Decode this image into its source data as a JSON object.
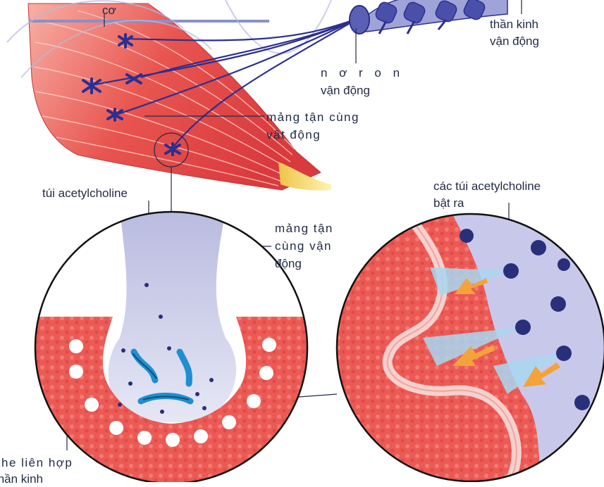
{
  "labels": {
    "muscle": "cơ",
    "motor_nerve_line1": "thần kinh",
    "motor_nerve_line2": "vận động",
    "motor_neuron_line1": "n ơ r o n",
    "motor_neuron_line2": "vận động",
    "end_plate_top_line1": "mảng tận cùng",
    "end_plate_top_line2": "vật động",
    "vesicle": "túi acetylcholine",
    "end_plate_mid_line1": "mảng tận",
    "end_plate_mid_line2": "cùng vận",
    "end_plate_mid_line3": "động",
    "vesicles_released_line1": "các túi acetylcholine",
    "vesicles_released_line2": "bật ra",
    "synaptic_cleft_line1": "khe liên hợp",
    "synaptic_cleft_line2": "thần kinh"
  },
  "colors": {
    "muscle": "#e2484a",
    "muscle_light": "#f6a3a0",
    "tendon": "#f2d85a",
    "nerve": "#2c2f8f",
    "terminal": "#cfd1ea",
    "mitochondria": "#1e8fd0",
    "vesicle_dot": "#2a2f7a",
    "arrow": "#f2a33a"
  }
}
